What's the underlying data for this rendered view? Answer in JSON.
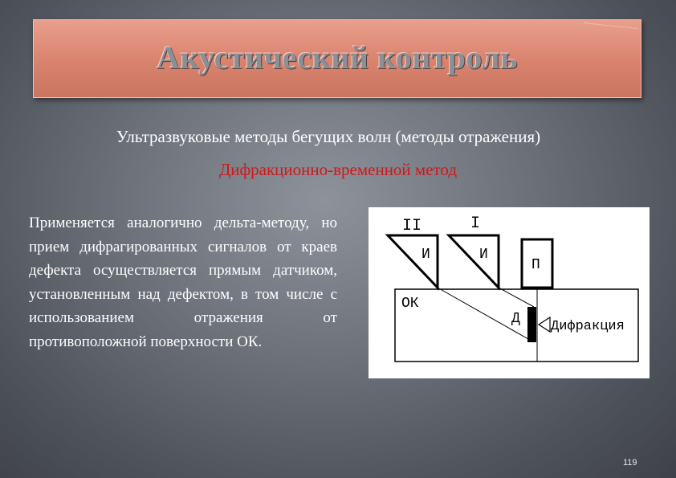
{
  "slide": {
    "title": "Акустический контроль",
    "subtitle": "Ультразвуковые методы бегущих волн (методы отражения)",
    "method_title": "Дифракционно-временной метод",
    "body": "Применяется аналогично дельта-методу, но прием дифрагированных сигналов от краев дефекта осуществляется прямым датчиком, установленным над дефектом, в том числе с использованием отражения от противоположной поверхности ОК.",
    "page_number": "119"
  },
  "diagram": {
    "label_probe_2": "II",
    "label_probe_1": "I",
    "label_emitter_2": "И",
    "label_emitter_1": "И",
    "label_receiver": "П",
    "label_object": "ОК",
    "label_defect": "Д",
    "label_diffraction": "Дифракция"
  },
  "colors": {
    "title_banner": "#d9826d",
    "method_title": "#d01818",
    "text": "#ffffff"
  }
}
